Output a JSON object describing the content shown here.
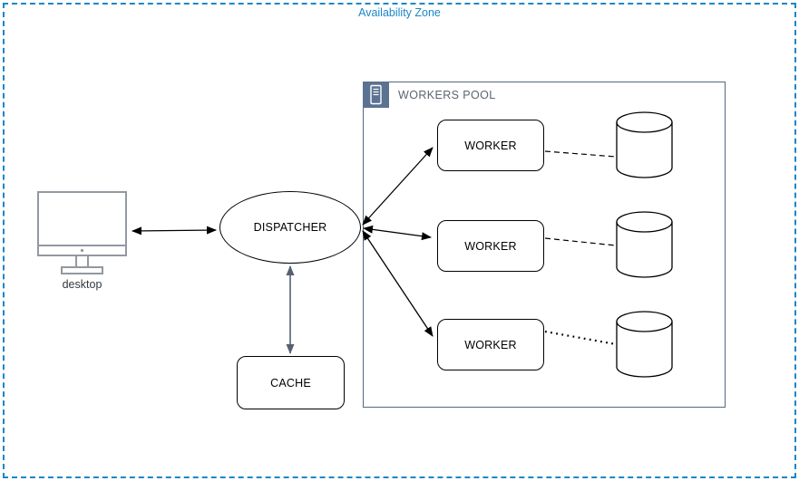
{
  "title": "Availability Zone",
  "desktop": {
    "label": "desktop"
  },
  "dispatcher": {
    "label": "DISPATCHER"
  },
  "cache": {
    "label": "CACHE"
  },
  "workers_pool": {
    "title": "WORKERS POOL",
    "icon": "server-rack-icon",
    "workers": [
      {
        "label": "WORKER"
      },
      {
        "label": "WORKER"
      },
      {
        "label": "WORKER"
      }
    ],
    "databases": [
      {
        "shape": "cylinder"
      },
      {
        "shape": "cylinder"
      },
      {
        "shape": "cylinder"
      }
    ]
  },
  "connections": [
    {
      "from": "desktop",
      "to": "dispatcher",
      "style": "solid",
      "arrows": "both",
      "color": "#000000"
    },
    {
      "from": "dispatcher",
      "to": "cache",
      "style": "solid",
      "arrows": "both",
      "color": "#576071"
    },
    {
      "from": "dispatcher",
      "to": "worker-1",
      "style": "solid",
      "arrows": "both",
      "color": "#000000"
    },
    {
      "from": "dispatcher",
      "to": "worker-2",
      "style": "solid",
      "arrows": "both",
      "color": "#000000"
    },
    {
      "from": "dispatcher",
      "to": "worker-3",
      "style": "solid",
      "arrows": "both",
      "color": "#000000"
    },
    {
      "from": "worker-1",
      "to": "database-1",
      "style": "dashed",
      "arrows": "none",
      "color": "#000000"
    },
    {
      "from": "worker-2",
      "to": "database-2",
      "style": "dashed",
      "arrows": "none",
      "color": "#000000"
    },
    {
      "from": "worker-3",
      "to": "database-3",
      "style": "dotted",
      "arrows": "none",
      "color": "#000000"
    }
  ],
  "colors": {
    "zone_border": "#1b87c5",
    "zone_title": "#1b87c5",
    "pool_border": "#56687d",
    "pool_icon_bg": "#5b7292",
    "pool_title_text": "#5b6570",
    "node_border": "#000000",
    "edge_black": "#000000",
    "edge_slate": "#576071",
    "desktop_icon": "#9199a1"
  }
}
